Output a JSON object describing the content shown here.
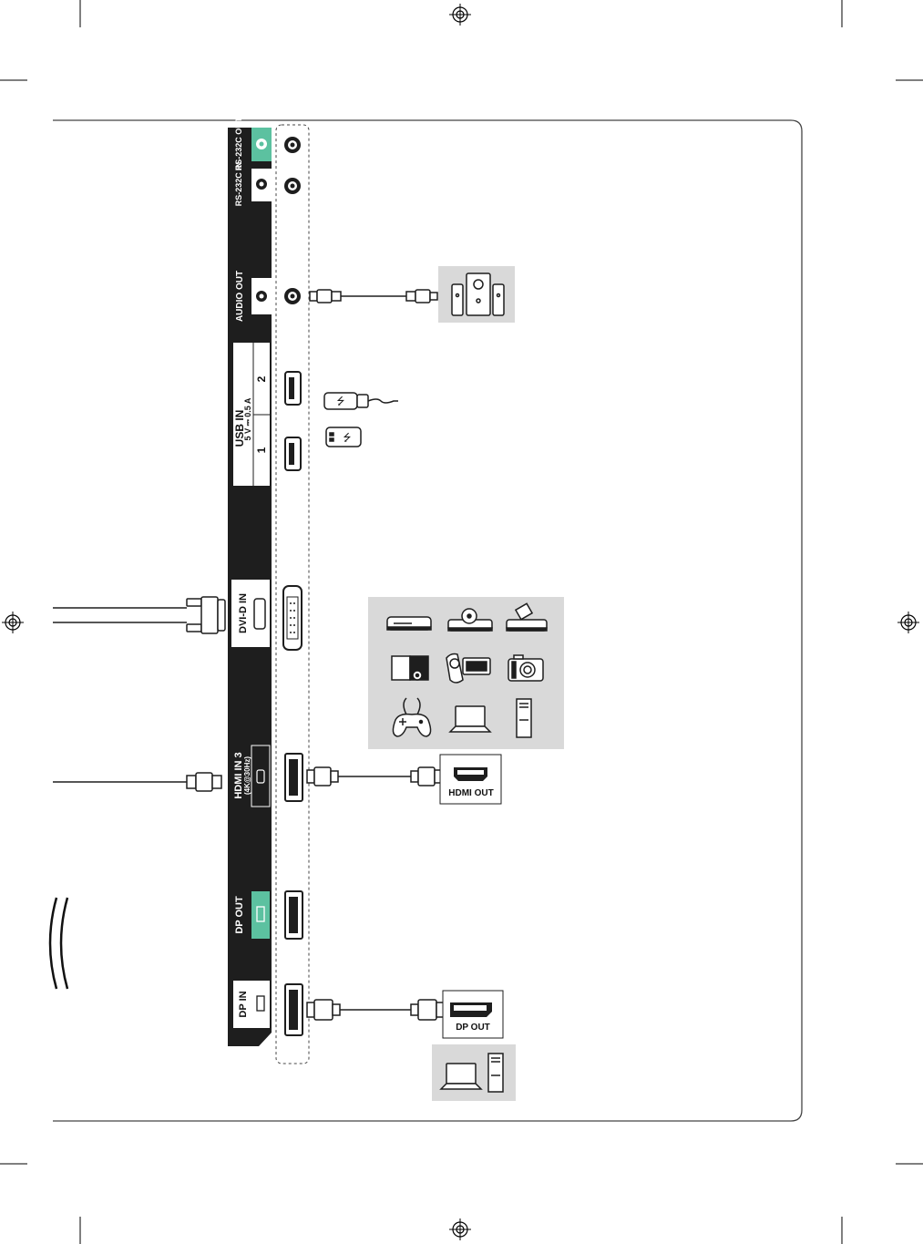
{
  "panel": {
    "rs232c_out": "RS-232C OUT",
    "rs232c_in": "RS-232C IN",
    "audio_out": "AUDIO OUT",
    "usb_in": "USB IN",
    "usb_power": "5 V ⎓ 0.5 A",
    "usb_port_1": "1",
    "usb_port_2": "2",
    "dvi_d_in": "DVI-D IN",
    "hdmi_in_3": "HDMI IN 3",
    "hdmi_in_3_spec": "(4K@30Hz)",
    "dp_out": "DP OUT",
    "dp_in": "DP IN"
  },
  "devices": {
    "hdmi_out_label": "HDMI OUT",
    "dp_out_label": "DP OUT"
  },
  "colors": {
    "panel_black": "#1e1e1e",
    "accent_green": "#5cc1a0",
    "device_box_gray": "#d9d9d9"
  }
}
